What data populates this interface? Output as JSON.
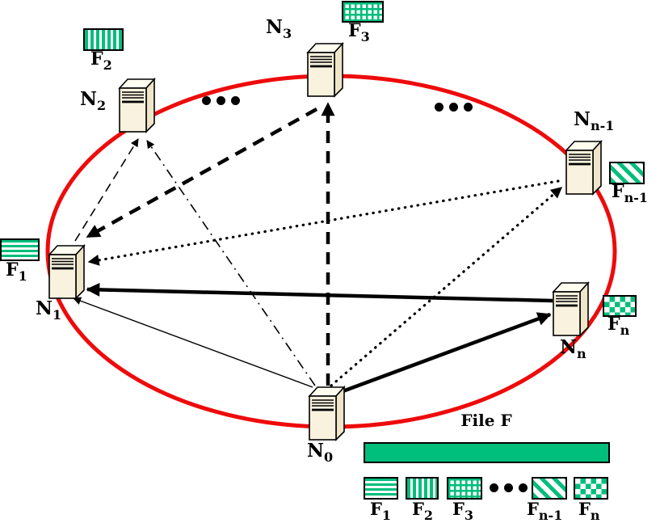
{
  "diagram": {
    "nodes": [
      {
        "name": "N0",
        "label": "N",
        "sub": "0"
      },
      {
        "name": "N1",
        "label": "N",
        "sub": "1"
      },
      {
        "name": "N2",
        "label": "N",
        "sub": "2"
      },
      {
        "name": "N3",
        "label": "N",
        "sub": "3"
      },
      {
        "name": "Nn-1",
        "label": "N",
        "sub": "n-1"
      },
      {
        "name": "Nn",
        "label": "N",
        "sub": "n"
      }
    ],
    "fragments": [
      {
        "name": "F1",
        "label": "F",
        "sub": "1",
        "pattern": "horizontal-stripes"
      },
      {
        "name": "F2",
        "label": "F",
        "sub": "2",
        "pattern": "vertical-stripes"
      },
      {
        "name": "F3",
        "label": "F",
        "sub": "3",
        "pattern": "grid"
      },
      {
        "name": "Fn-1",
        "label": "F",
        "sub": "n-1",
        "pattern": "diagonal-stripes"
      },
      {
        "name": "Fn",
        "label": "F",
        "sub": "n",
        "pattern": "checkerboard"
      }
    ],
    "edges": [
      {
        "from": "N0",
        "to": "N3",
        "style": "thick-dashed"
      },
      {
        "from": "N3",
        "to": "N1",
        "style": "thick-dashed"
      },
      {
        "from": "N0",
        "to": "N2",
        "style": "thin-dash-dot"
      },
      {
        "from": "N1",
        "to": "N2",
        "style": "thin-dashed"
      },
      {
        "from": "N0",
        "to": "N1",
        "style": "thin-solid"
      },
      {
        "from": "N0",
        "to": "Nn-1",
        "style": "dotted"
      },
      {
        "from": "Nn-1",
        "to": "N1",
        "style": "dotted"
      },
      {
        "from": "N0",
        "to": "Nn",
        "style": "thick-solid"
      },
      {
        "from": "Nn",
        "to": "N1",
        "style": "thick-solid"
      }
    ],
    "ellipsis": "..."
  },
  "legend": {
    "title": "File F",
    "file_bar_pattern": "solid",
    "fragments": [
      {
        "label": "F",
        "sub": "1",
        "pattern": "horizontal-stripes"
      },
      {
        "label": "F",
        "sub": "2",
        "pattern": "vertical-stripes"
      },
      {
        "label": "F",
        "sub": "3",
        "pattern": "grid"
      },
      {
        "label": "F",
        "sub": "n-1",
        "pattern": "diagonal-stripes"
      },
      {
        "label": "F",
        "sub": "n",
        "pattern": "checkerboard"
      }
    ],
    "ellipsis": "..."
  },
  "colors": {
    "green": "#00BE7C",
    "red": "#EE0B0B",
    "black": "#000000",
    "server_front": "#F8F2DE"
  }
}
